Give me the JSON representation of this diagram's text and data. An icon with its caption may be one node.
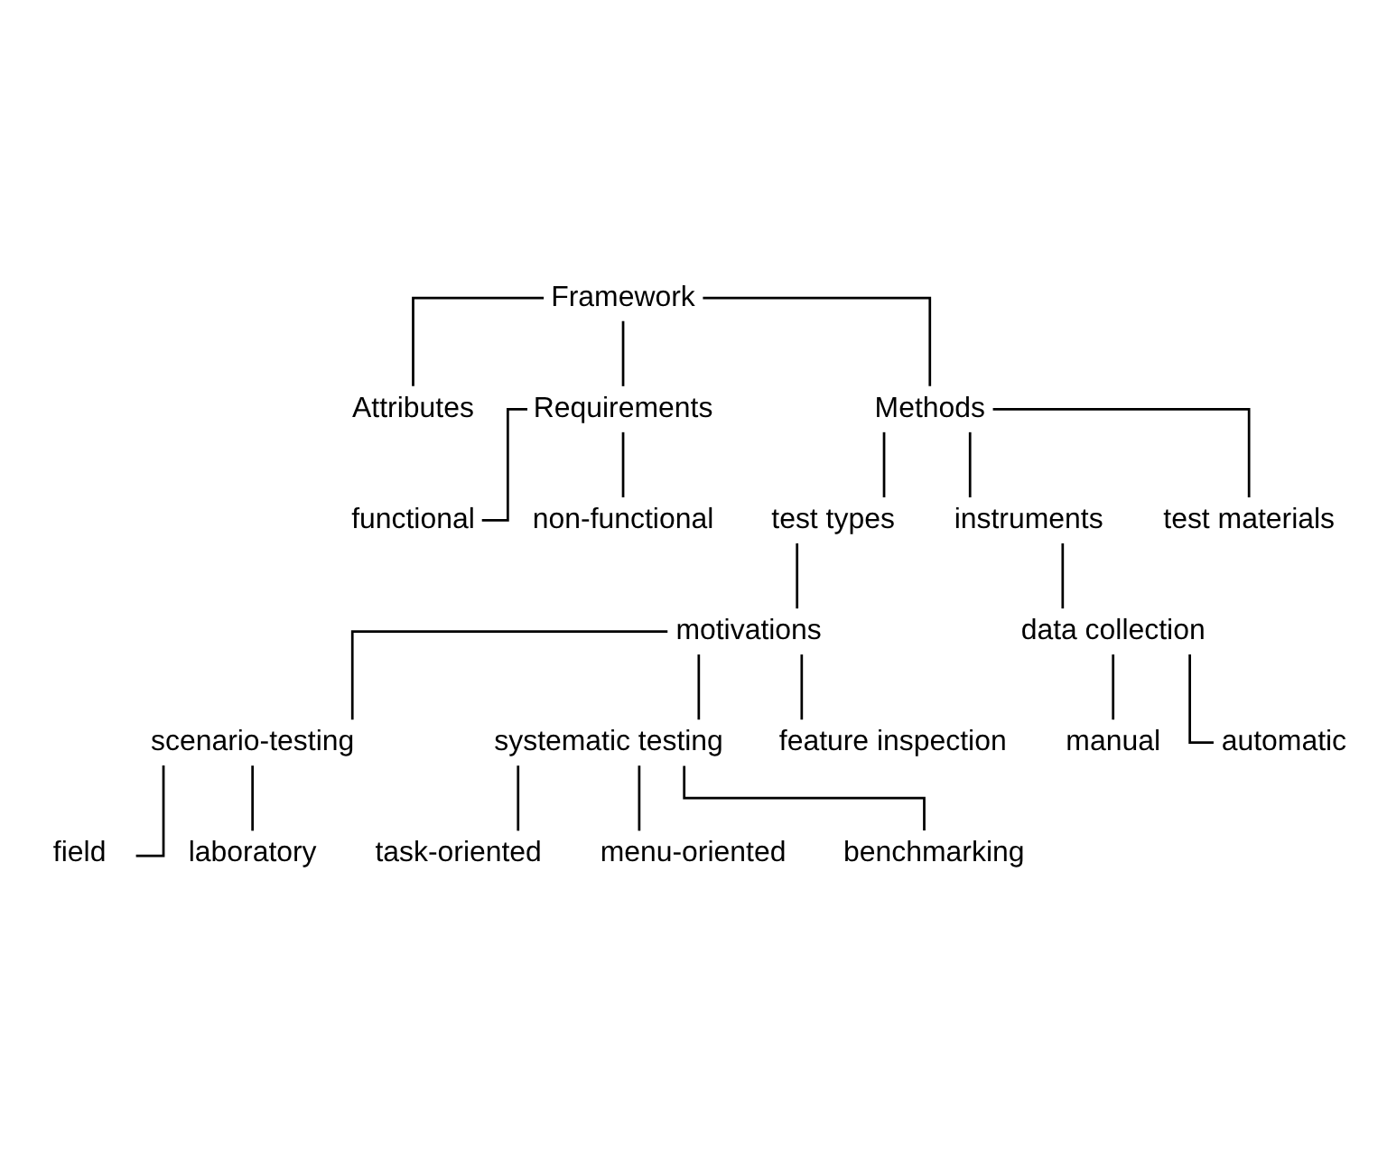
{
  "diagram": {
    "nodes": [
      {
        "text": [
          "Framework"
        ]
      },
      {
        "text": [
          "Attributes"
        ]
      },
      {
        "text": [
          "Requirements"
        ]
      },
      {
        "text": [
          "Methods"
        ]
      },
      {
        "text": [
          "functional"
        ]
      },
      {
        "text": [
          "non-functional"
        ]
      },
      {
        "text": [
          "test types"
        ]
      },
      {
        "text": [
          "instruments"
        ]
      },
      {
        "text": [
          "test materials"
        ]
      },
      {
        "text": [
          "motivations"
        ]
      },
      {
        "text": [
          "data collection"
        ]
      },
      {
        "text": [
          "manual"
        ]
      },
      {
        "text": [
          "automatic"
        ]
      },
      {
        "text": [
          "scenario-testing"
        ]
      },
      {
        "text": [
          "systematic testing"
        ]
      },
      {
        "text": [
          "feature inspection"
        ]
      },
      {
        "text": [
          "field"
        ]
      },
      {
        "text": [
          "laboratory"
        ]
      },
      {
        "text": [
          "task-oriented"
        ]
      },
      {
        "text": [
          "menu-oriented"
        ]
      },
      {
        "text": [
          "benchmarking"
        ]
      }
    ],
    "edges": [
      {
        "from": 0,
        "to": 1,
        "arrow": "none"
      },
      {
        "from": 0,
        "to": 2,
        "arrow": "none"
      },
      {
        "from": 0,
        "to": 3,
        "arrow": "none"
      },
      {
        "from": 2,
        "to": 4,
        "arrow": "none"
      },
      {
        "from": 2,
        "to": 5,
        "arrow": "none"
      },
      {
        "from": 3,
        "to": 6,
        "arrow": "none"
      },
      {
        "from": 3,
        "to": 7,
        "arrow": "none"
      },
      {
        "from": 3,
        "to": 8,
        "arrow": "none"
      },
      {
        "from": 6,
        "to": 9,
        "arrow": "none"
      },
      {
        "from": 7,
        "to": 10,
        "arrow": "none"
      },
      {
        "from": 10,
        "to": 11,
        "arrow": "none"
      },
      {
        "from": 10,
        "to": 12,
        "arrow": "none"
      },
      {
        "from": 9,
        "to": 13,
        "arrow": "none"
      },
      {
        "from": 9,
        "to": 14,
        "arrow": "none"
      },
      {
        "from": 9,
        "to": 15,
        "arrow": "none"
      },
      {
        "from": 13,
        "to": 16,
        "arrow": "none"
      },
      {
        "from": 13,
        "to": 17,
        "arrow": "none"
      },
      {
        "from": 14,
        "to": 18,
        "arrow": "none"
      },
      {
        "from": 14,
        "to": 19,
        "arrow": "none"
      },
      {
        "from": 14,
        "to": 20,
        "arrow": "none"
      }
    ]
  }
}
